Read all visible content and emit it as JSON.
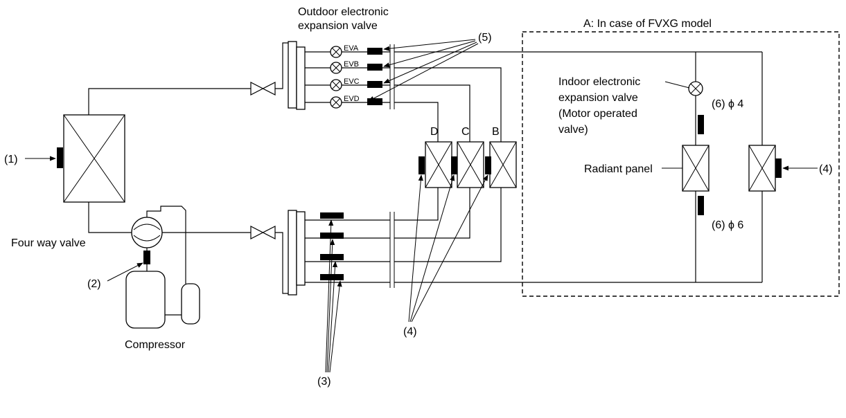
{
  "labels": {
    "outdoor_valve_line1": "Outdoor electronic",
    "outdoor_valve_line2": "expansion valve",
    "fvxg_caption": "A: In case of FVXG model",
    "indoor_valve_line1": "Indoor electronic",
    "indoor_valve_line2": "expansion valve",
    "indoor_valve_line3": "(Motor operated",
    "indoor_valve_line4": "valve)",
    "radiant_panel": "Radiant panel",
    "four_way_valve": "Four way valve",
    "compressor": "Compressor",
    "unit_d": "D",
    "unit_c": "C",
    "unit_b": "B",
    "evs": [
      "EVA",
      "EVB",
      "EVC",
      "EVD"
    ],
    "callout_1": "(1)",
    "callout_2": "(2)",
    "callout_3": "(3)",
    "callout_4_left": "(4)",
    "callout_4_right": "(4)",
    "callout_5": "(5)",
    "callout_6_top": "(6) ϕ 4",
    "callout_6_bottom": "(6) ϕ 6"
  }
}
